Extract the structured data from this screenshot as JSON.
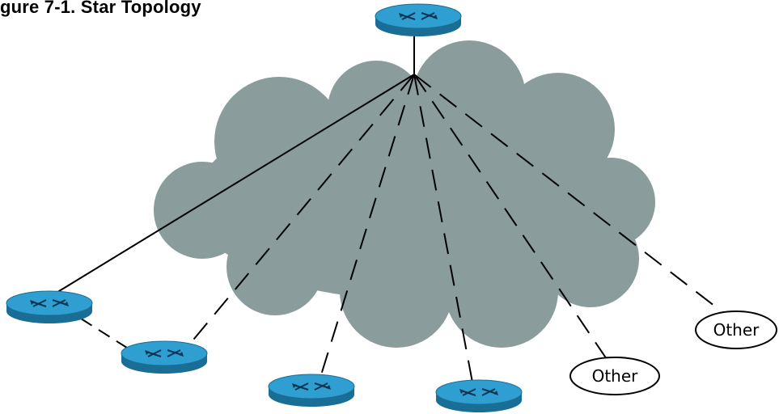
{
  "title": "gure 7-1. Star Topology",
  "colors": {
    "cloud": "#8a9c9c",
    "router_top": "#2e9fd0",
    "router_side": "#1a6e96",
    "line": "#000000"
  },
  "hub": {
    "icon": "router-icon"
  },
  "nodes": [
    {
      "kind": "router",
      "icon": "router-icon",
      "link": "solid"
    },
    {
      "kind": "router",
      "icon": "router-icon",
      "link": "dashed"
    },
    {
      "kind": "router",
      "icon": "router-icon",
      "link": "dashed"
    },
    {
      "kind": "router",
      "icon": "router-icon",
      "link": "dashed"
    },
    {
      "kind": "other",
      "label": "Other",
      "link": "dashed"
    },
    {
      "kind": "other",
      "label": "Other",
      "link": "dashed"
    }
  ],
  "peer_link": {
    "style": "dashed",
    "between": "routers 1 and 2"
  }
}
